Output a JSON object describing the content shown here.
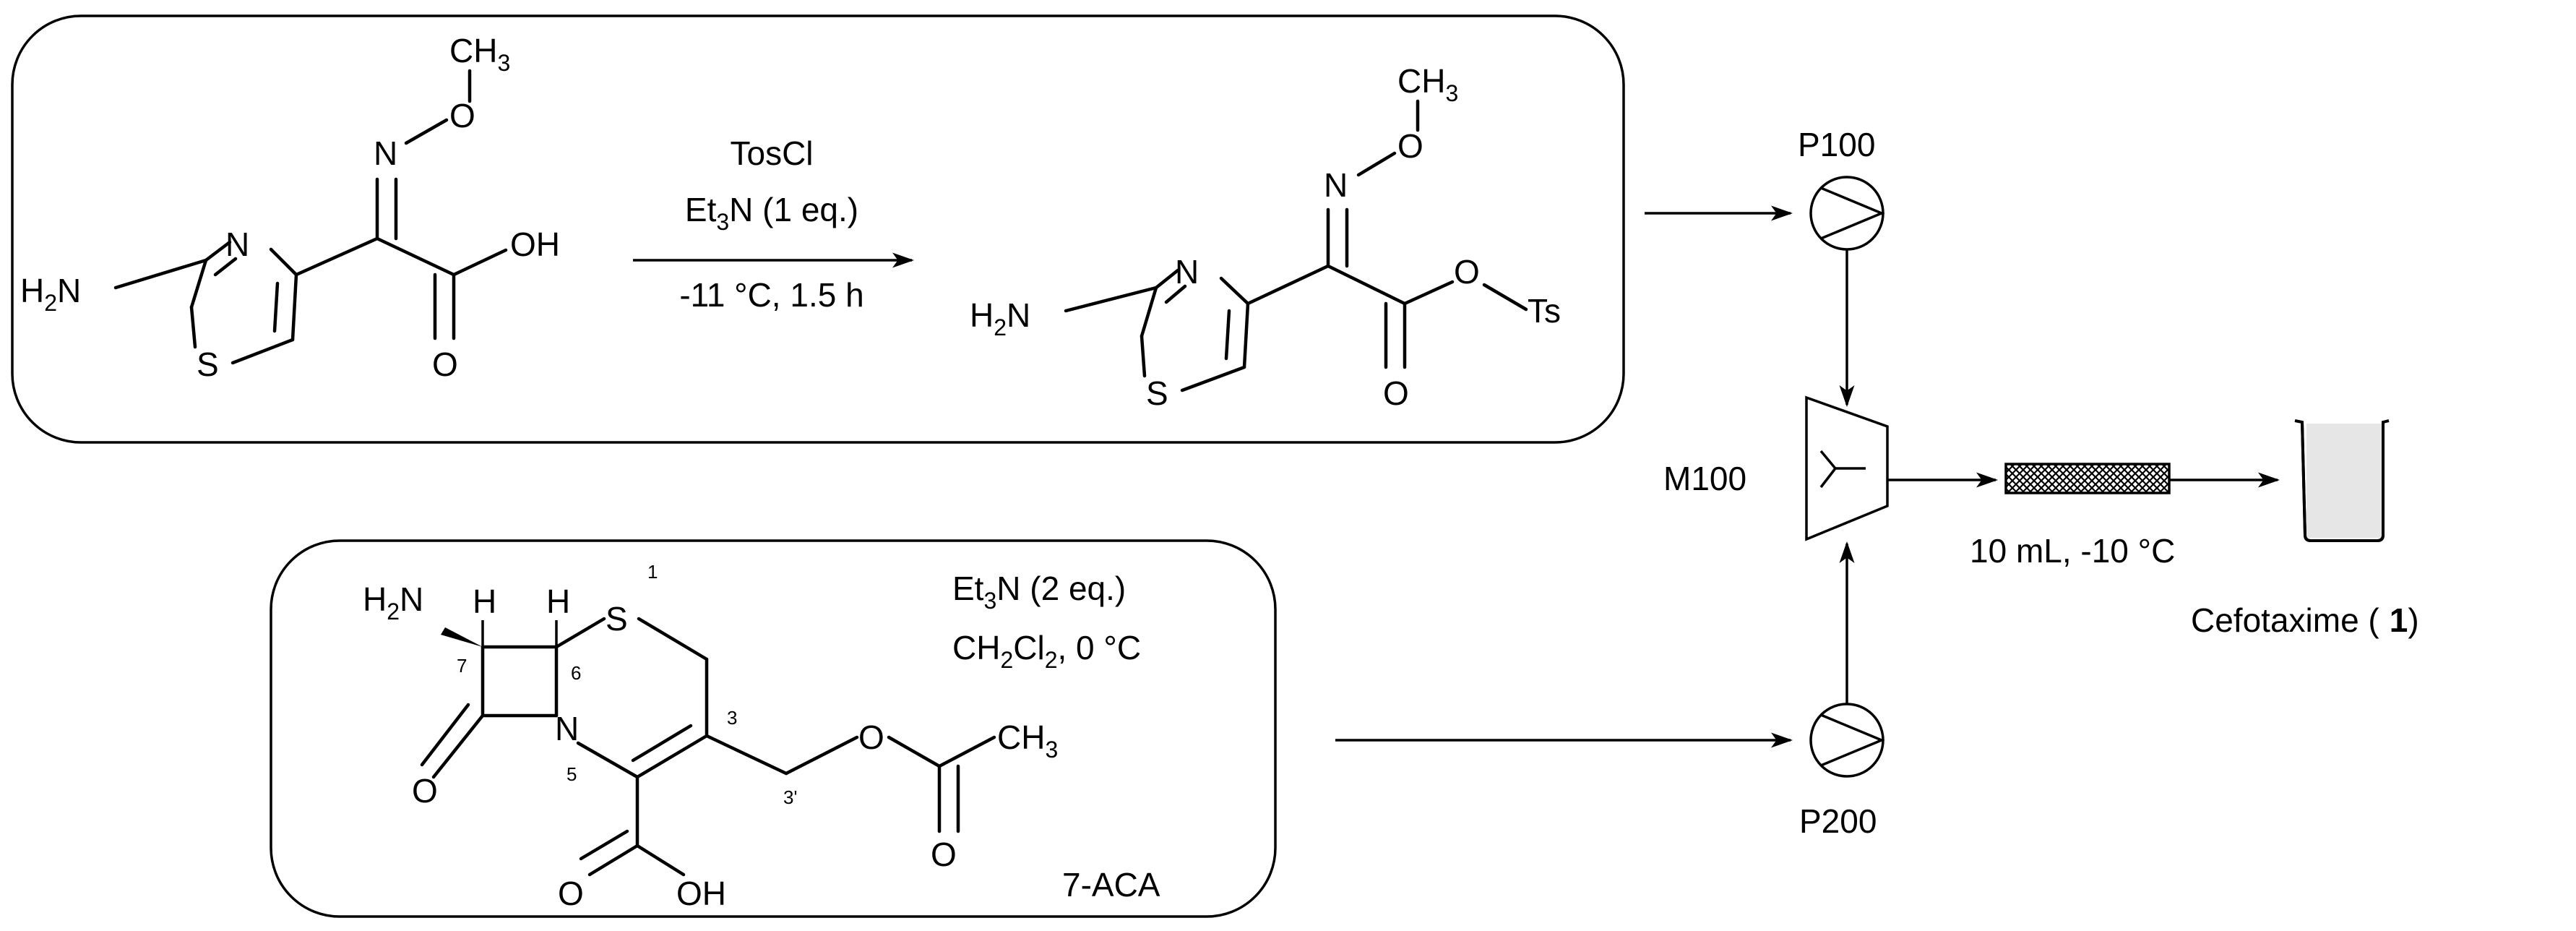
{
  "reaction_activation": {
    "reagents": {
      "line1": "TosCl",
      "line2_main": "Et",
      "line2_sub": "3",
      "line2_rest": "N (1 eq.)",
      "line3": "-11 °C, 1.5 h"
    },
    "start_material": {
      "amine": "H",
      "amine_sub": "2",
      "amine_n": "N",
      "ring_n": "N",
      "ring_s": "S",
      "oxime_n": "N",
      "oxime_o": "O",
      "methyl": "CH",
      "methyl_sub": "3",
      "acid": "OH",
      "carbonyl_o": "O"
    },
    "product": {
      "amine": "H",
      "amine_sub": "2",
      "amine_n": "N",
      "ring_n": "N",
      "ring_s": "S",
      "oxime_n": "N",
      "oxime_o": "O",
      "methyl": "CH",
      "methyl_sub": "3",
      "ester_o": "O",
      "tosyl": "Ts",
      "carbonyl_o": "O"
    }
  },
  "aca_box": {
    "reagents": {
      "line1_main": "Et",
      "line1_sub": "3",
      "line1_rest": "N (2 eq.)",
      "line2_a": "CH",
      "line2_sub1": "2",
      "line2_b": "Cl",
      "line2_sub2": "2",
      "line2_c": ", 0 °C"
    },
    "molecule_name": "7-ACA",
    "atoms": {
      "amine_h": "H",
      "amine_sub": "2",
      "amine_n": "N",
      "h7": "H",
      "h6": "H",
      "s": "S",
      "n": "N",
      "lactam_o": "O",
      "acid_o": "O",
      "acid_oh": "OH",
      "ester_o": "O",
      "ester_carbonyl_o": "O",
      "methyl": "CH",
      "methyl_sub": "3"
    },
    "numbering": {
      "pos1": "1",
      "pos3": "3",
      "pos3p": "3'",
      "pos5": "5",
      "pos6": "6",
      "pos7": "7"
    }
  },
  "flow": {
    "pump1": "P100",
    "pump2": "P200",
    "mixer": "M100",
    "reactor_conditions": "10 mL, -10 °C",
    "product_name": "Cefotaxime (",
    "product_number": "1",
    "product_close": ")"
  }
}
